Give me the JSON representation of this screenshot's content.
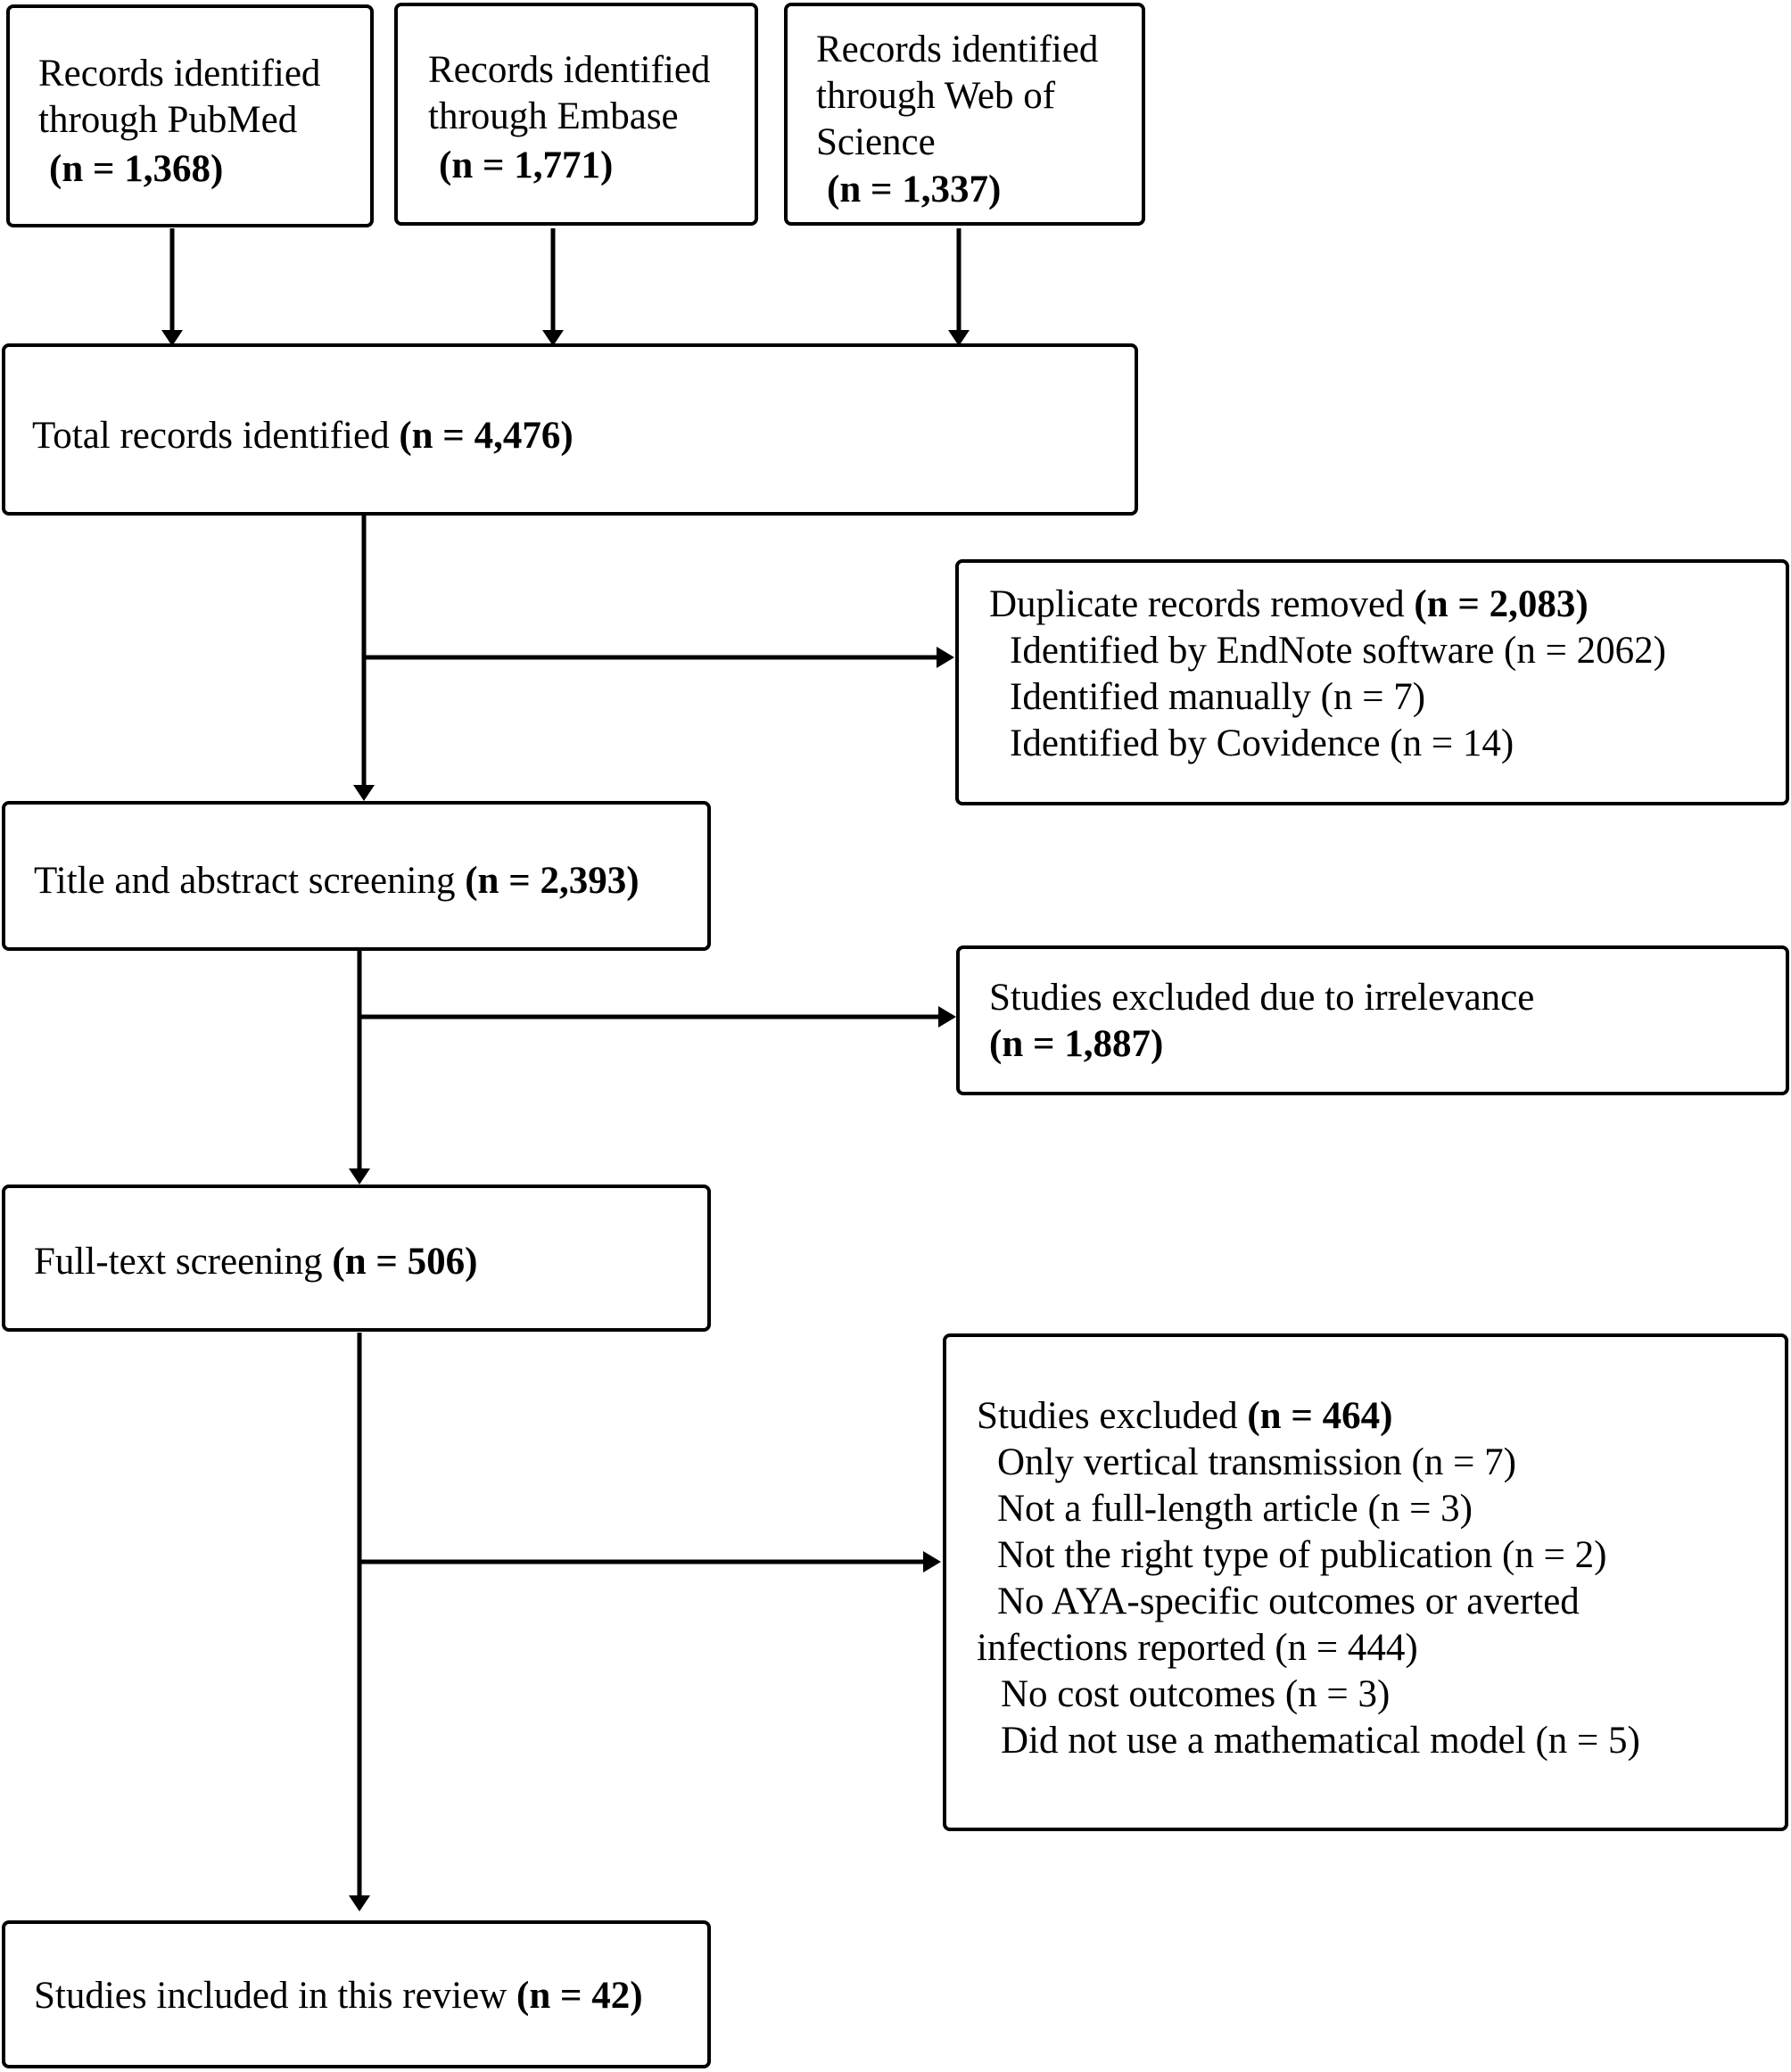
{
  "sources": [
    {
      "line1": "Records identified",
      "line2": "through PubMed",
      "count": "(n = 1,368)"
    },
    {
      "line1": "Records identified",
      "line2": "through Embase",
      "count": "(n = 1,771)"
    },
    {
      "line1": "Records identified",
      "line2": "through Web of",
      "line3": "Science",
      "count": "(n = 1,337)"
    }
  ],
  "total": {
    "label": "Total records identified ",
    "count": "(n = 4,476)"
  },
  "duplicates": {
    "label": "Duplicate records removed ",
    "count": "(n = 2,083)",
    "items": [
      "Identified by EndNote software (n = 2062)",
      "Identified manually (n = 7)",
      "Identified by Covidence (n = 14)"
    ]
  },
  "title_screening": {
    "label": "Title and abstract screening ",
    "count": "(n = 2,393)"
  },
  "irrelevance": {
    "label": "Studies excluded due to irrelevance",
    "count": "(n = 1,887)"
  },
  "fulltext": {
    "label": "Full-text screening ",
    "count": "(n = 506)"
  },
  "excluded": {
    "label": "Studies excluded ",
    "count": "(n = 464)",
    "items": [
      "Only vertical transmission (n = 7)",
      "Not a full-length article (n = 3)",
      "Not the right type of publication (n = 2)",
      "No AYA-specific outcomes or averted",
      "infections reported (n = 444)",
      "No cost outcomes (n = 3)",
      "Did not use a mathematical model (n = 5)"
    ]
  },
  "included": {
    "label": "Studies included in this review ",
    "count": "(n = 42)"
  }
}
